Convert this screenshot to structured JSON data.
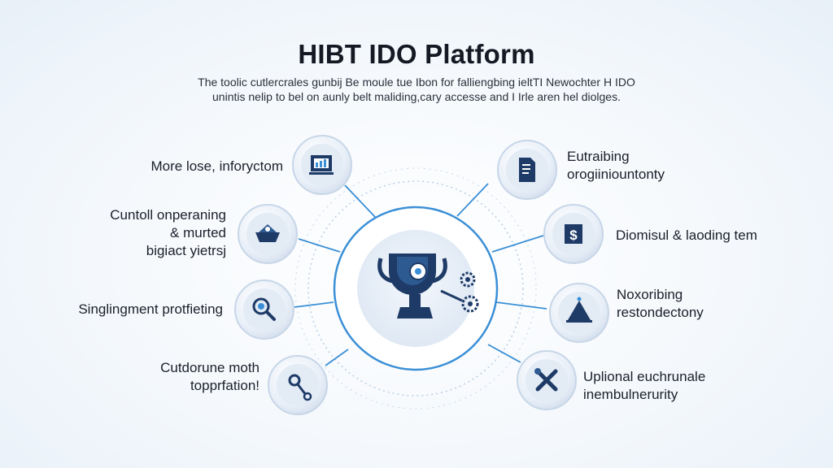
{
  "title": "HIBT IDO Platform",
  "subtitle": {
    "line1": "The toolic cutlercrales gunbij Be moule tue Ibon for falliengbing ieltTI Newochter H IDO",
    "line2": "unintis nelip to bel on aunly belt maliding,cary accesse and I Irle aren hel diolges."
  },
  "labels": {
    "l1": {
      "lines": [
        "More lose, inforyctom"
      ]
    },
    "l2": {
      "lines": [
        "Cuntoll onperaning",
        "& murted",
        "bigiact yietrsj"
      ]
    },
    "l3": {
      "lines": [
        "Singlingment protfieting"
      ]
    },
    "l4": {
      "lines": [
        "Cutdorune moth",
        "topprfation!"
      ]
    },
    "r1": {
      "lines": [
        "Eutraibing",
        "orogiiniountonty"
      ]
    },
    "r2": {
      "lines": [
        "Diomisul & laoding tem"
      ]
    },
    "r3": {
      "lines": [
        "Noxoribing",
        "restondectony"
      ]
    },
    "r4": {
      "lines": [
        "Uplional euchrunale",
        "inembulnerurity"
      ]
    }
  },
  "icons": {
    "center": "trophy-gears-icon",
    "l1": "monitor-chart-icon",
    "l2": "boat-icon",
    "l3": "magnifier-search-icon",
    "l4": "key-wrench-icon",
    "r1": "document-phone-icon",
    "r2": "dollar-tag-icon",
    "r3": "pyramid-icon",
    "r4": "crossed-tools-icon"
  },
  "colors": {
    "navy": "#1e3a66",
    "accent": "#3a8fd6",
    "node_fill": "#e7eef7"
  }
}
